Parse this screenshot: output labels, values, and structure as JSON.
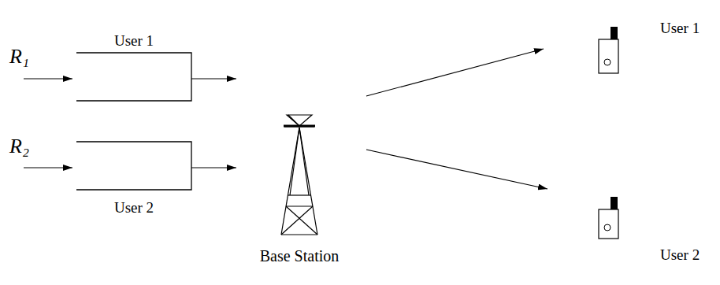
{
  "diagram": {
    "nodes": [
      {
        "text": [
          "User 1"
        ]
      },
      {
        "text": [
          "User 2"
        ]
      },
      {
        "text": [
          "Base Station"
        ]
      },
      {
        "text": [
          "User 1"
        ]
      },
      {
        "text": [
          "User 2"
        ]
      }
    ],
    "edges": [
      {
        "from": 2,
        "to": 3,
        "arrow": "to"
      },
      {
        "from": 2,
        "to": 4,
        "arrow": "to"
      }
    ],
    "labels": [
      "R₁",
      "R₂"
    ]
  }
}
